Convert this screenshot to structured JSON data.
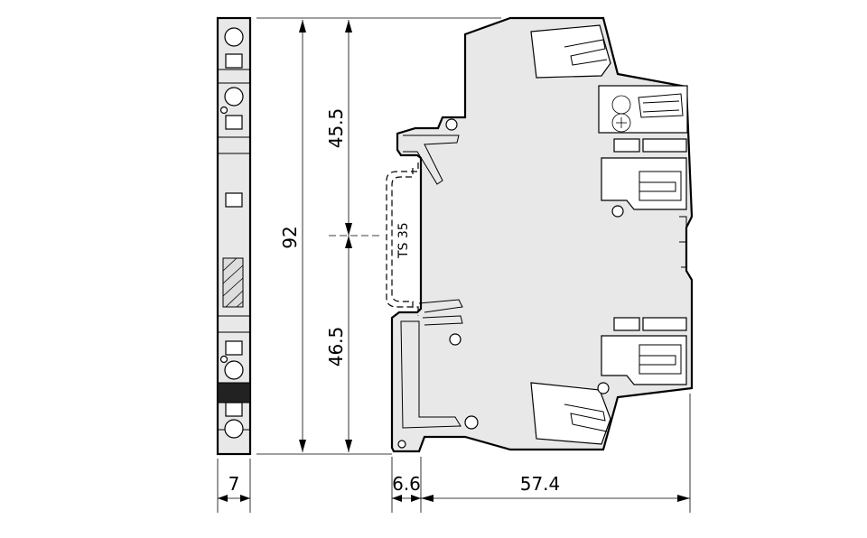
{
  "dimensions": {
    "width_side": "7",
    "height_total": "92",
    "upper_half": "45.5",
    "lower_half": "46.5",
    "rail_offset": "6.6",
    "depth": "57.4"
  },
  "rail_label": "TS 35",
  "colors": {
    "line": "#000000",
    "body": "#e8e8e8",
    "background": "#ffffff"
  }
}
